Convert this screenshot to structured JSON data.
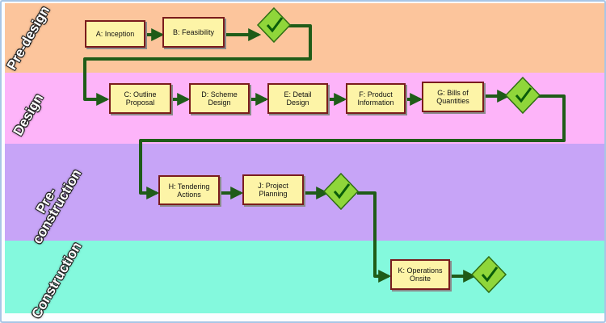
{
  "lanes": [
    {
      "label": "Pre-design",
      "color": "#fcc59c"
    },
    {
      "label": "Design",
      "color": "#fdb4f9"
    },
    {
      "label": "Pre-\nconstruction",
      "color": "#c7a4f7"
    },
    {
      "label": "Construction",
      "color": "#84f9dd"
    }
  ],
  "tasks": {
    "a": "A: Inception",
    "b": "B: Feasibility",
    "c": "C: Outline\nProposal",
    "d": "D: Scheme\nDesign",
    "e": "E: Detail\nDesign",
    "f": "F: Product\nInformation",
    "g": "G: Bills of\nQuantities",
    "h": "H: Tendering\nActions",
    "j": "J: Project\nPlanning",
    "k": "K: Operations\nOnsite"
  },
  "colors": {
    "connector": "#1f5c18",
    "milestone": "#8fd63a",
    "check": "#0a5c0a",
    "task_fill": "#fdf4a7",
    "task_border": "#7a1c1c"
  },
  "icons": {
    "milestone": "check-diamond-icon"
  }
}
